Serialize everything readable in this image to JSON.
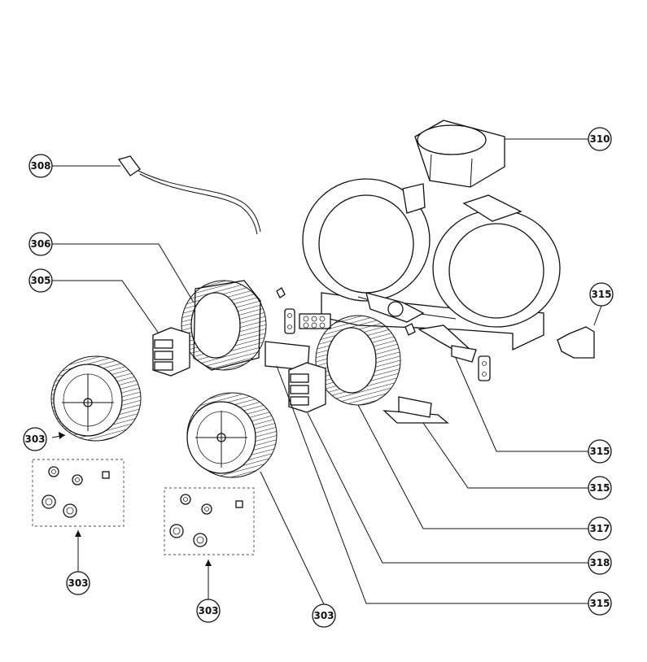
{
  "diagram": {
    "callouts": {
      "c308": "308",
      "c306": "306",
      "c305": "305",
      "c303a": "303",
      "c303b": "303",
      "c303c": "303",
      "c303d": "303",
      "c310": "310",
      "c315a": "315",
      "c315b": "315",
      "c315c": "315",
      "c315d": "315",
      "c317": "317",
      "c318": "318"
    }
  }
}
